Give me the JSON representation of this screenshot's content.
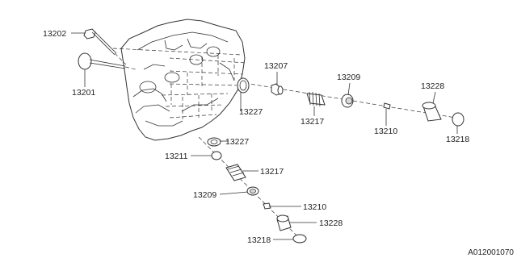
{
  "diagram_code": "A012001070",
  "parts": {
    "exhaust_valve": "13202",
    "intake_valve": "13201",
    "valve_guide": "13207",
    "seal_upper": "13227",
    "seal_lower": "13227",
    "spring_seat": "13211",
    "spring_right": "13217",
    "spring_lower": "13217",
    "retainer_right": "13209",
    "retainer_lower": "13209",
    "cotter_right": "13210",
    "cotter_lower": "13210",
    "lifter_right": "13228",
    "lifter_lower": "13228",
    "shim_right": "13218",
    "shim_lower": "13218"
  }
}
